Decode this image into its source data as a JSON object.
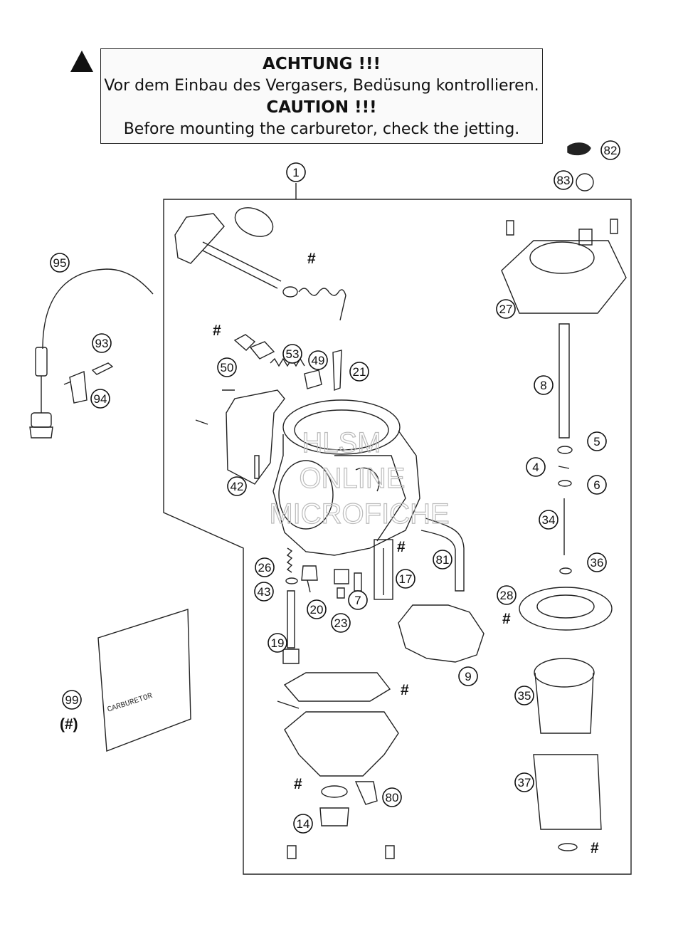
{
  "caution": {
    "title_de": "ACHTUNG !!!",
    "text_de": "Vor dem Einbau des Vergasers, Bedüsung kontrollieren.",
    "title_en": "CAUTION !!!",
    "text_en": "Before mounting the carburetor, check the jetting."
  },
  "watermark": {
    "line1": "HLSM",
    "line2": "ONLINE",
    "line3": "MICROFICHE"
  },
  "bag_label": "CARBURETOR",
  "hash_mark": "#",
  "paren_hash": "(#)",
  "callouts": [
    {
      "label": "1"
    },
    {
      "label": "82"
    },
    {
      "label": "83"
    },
    {
      "label": "95"
    },
    {
      "label": "27"
    },
    {
      "label": "8"
    },
    {
      "label": "93"
    },
    {
      "label": "94"
    },
    {
      "label": "50"
    },
    {
      "label": "53"
    },
    {
      "label": "49"
    },
    {
      "label": "21"
    },
    {
      "label": "5"
    },
    {
      "label": "4"
    },
    {
      "label": "6"
    },
    {
      "label": "42"
    },
    {
      "label": "34"
    },
    {
      "label": "81"
    },
    {
      "label": "36"
    },
    {
      "label": "26"
    },
    {
      "label": "17"
    },
    {
      "label": "43"
    },
    {
      "label": "7"
    },
    {
      "label": "20"
    },
    {
      "label": "28"
    },
    {
      "label": "23"
    },
    {
      "label": "19"
    },
    {
      "label": "9"
    },
    {
      "label": "35"
    },
    {
      "label": "99"
    },
    {
      "label": "37"
    },
    {
      "label": "80"
    },
    {
      "label": "14"
    }
  ]
}
